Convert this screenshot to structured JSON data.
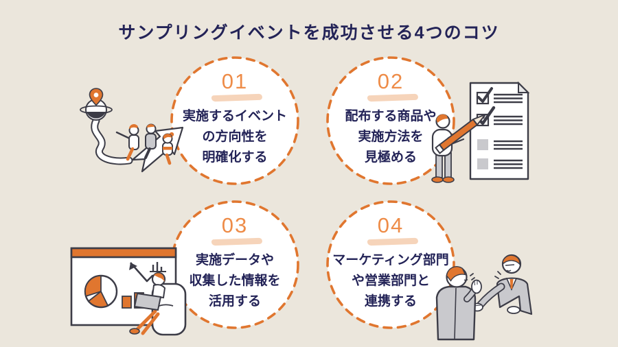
{
  "title": "サンプリングイベントを成功させる4つのコツ",
  "colors": {
    "background": "#ebe6dc",
    "accent_orange": "#e0762f",
    "number_orange": "#ee8c48",
    "highlight_peach": "#f5cdae",
    "text_navy": "#232357",
    "line_dark": "#3c3c47",
    "fill_gray": "#c9c9cd",
    "fill_white": "#ffffff"
  },
  "tips": [
    {
      "number": "01",
      "lines": [
        "実施するイベント",
        "の方向性を",
        "明確化する"
      ]
    },
    {
      "number": "02",
      "lines": [
        "配布する商品や",
        "実施方法を",
        "見極める"
      ]
    },
    {
      "number": "03",
      "lines": [
        "実施データや",
        "収集した情報を",
        "活用する"
      ]
    },
    {
      "number": "04",
      "lines": [
        "マーケティング部門",
        "や営業部門と",
        "連携する"
      ]
    }
  ],
  "illustrations": [
    {
      "name": "team-riding-arrow-to-map-pin"
    },
    {
      "name": "person-checking-giant-checklist"
    },
    {
      "name": "person-with-laptop-and-chart-board"
    },
    {
      "name": "two-businesspeople-discussing"
    }
  ]
}
